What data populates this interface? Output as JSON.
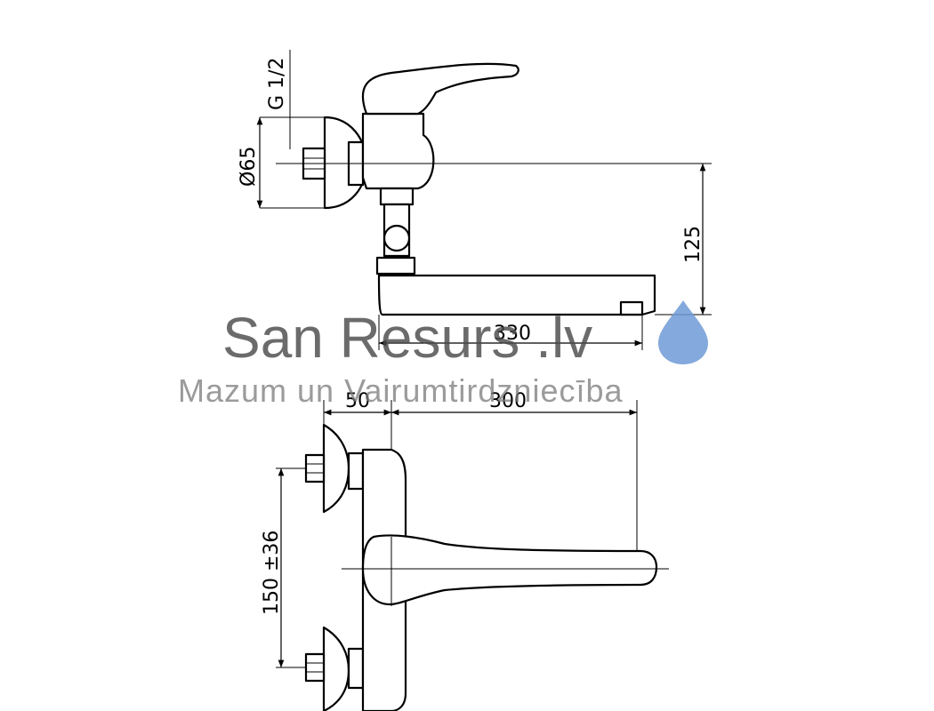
{
  "dimensions": {
    "thread": "G 1/2",
    "flange_diameter": "Ø65",
    "spout_height": "125",
    "spout_reach": "330",
    "wall_offset": "50",
    "spout_length": "300",
    "inlet_spacing": "150 ±36"
  },
  "watermark": {
    "title": "San Resurs .lv",
    "subtitle": "Mazum un Vairumtirdzniecība",
    "drop_color": "#6f9ad6",
    "drop_icon": "water-drop-icon"
  }
}
